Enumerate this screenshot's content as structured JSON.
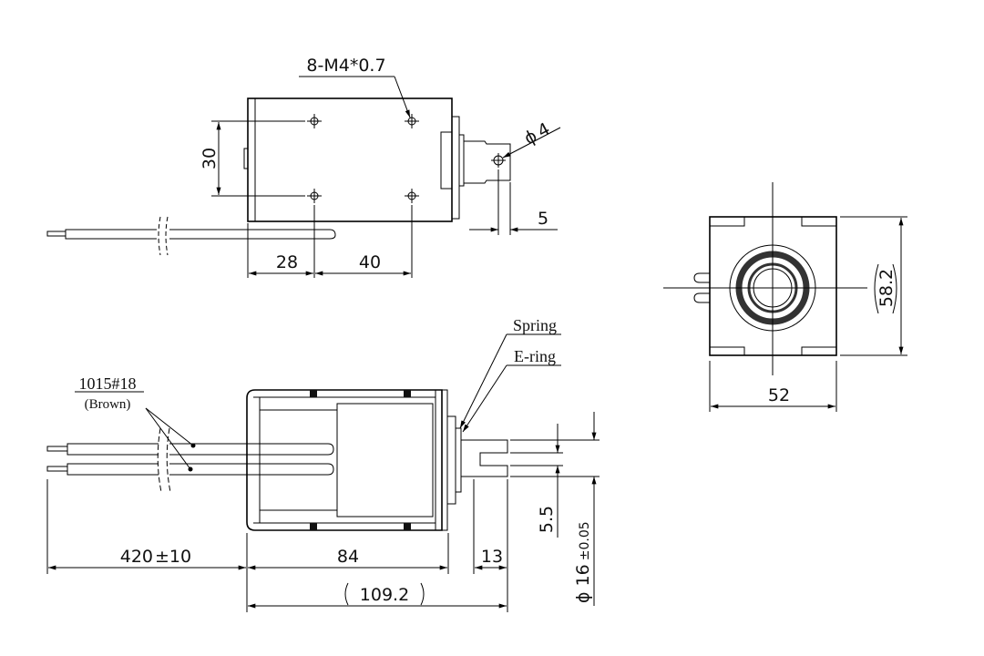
{
  "top_view": {
    "thread_note": "8-M4*0.7",
    "hole_diameter": "4",
    "hole_diameter_symbol": "ϕ",
    "dim_hole_spacing_vertical": "30",
    "dim_edge_to_hole": "28",
    "dim_hole_spacing_horizontal": "40",
    "dim_clevis_hole": "5"
  },
  "end_view": {
    "dim_width": "52",
    "dim_height": "58.2"
  },
  "side_view": {
    "wire_label": "1015#18",
    "wire_color": "(Brown)",
    "spring_label": "Spring",
    "ering_label": "E-ring",
    "dim_lead_length": "420",
    "dim_lead_tolerance": "±10",
    "dim_body_length": "84",
    "dim_stroke_end": "13",
    "dim_total_length": "109.2",
    "dim_slot": "5.5",
    "dim_plunger_diameter": "16",
    "dim_plunger_tolerance": "±0.05",
    "diameter_symbol": "ϕ"
  }
}
